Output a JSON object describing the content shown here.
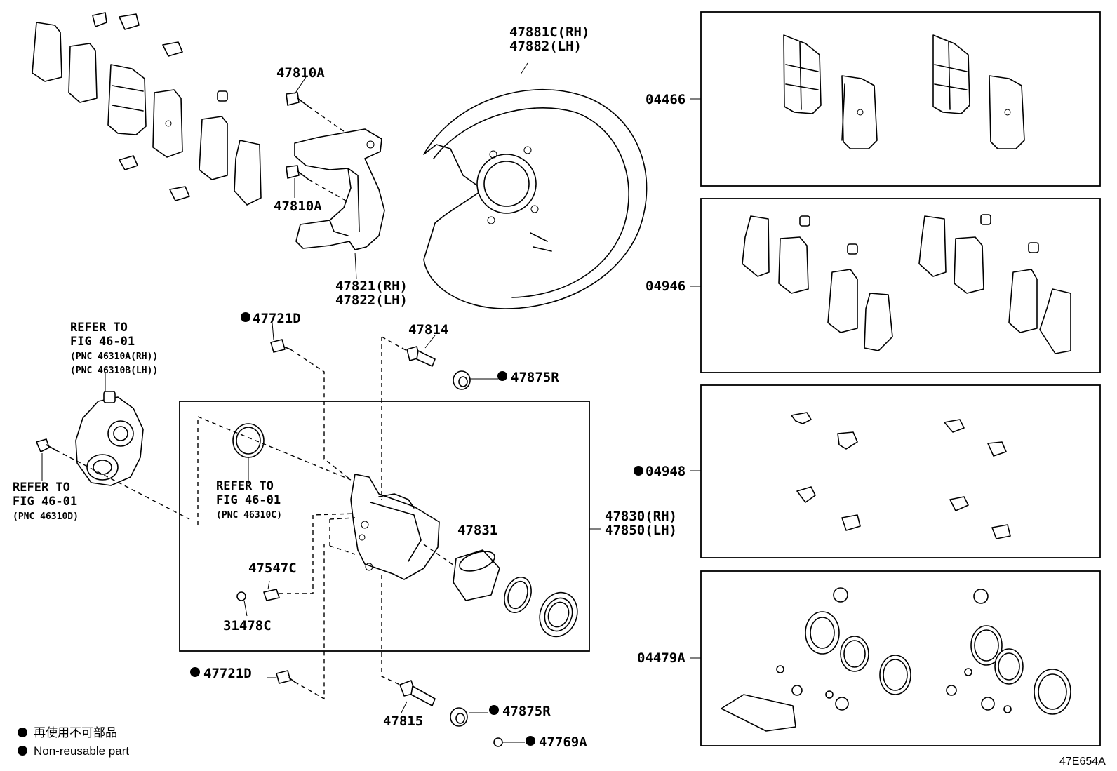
{
  "labels": {
    "shield_rh": "47881C(RH)",
    "shield_lh": "47882(LH)",
    "bolt_top": "47810A",
    "bolt_bottom": "47810A",
    "mount_rh": "47821(RH)",
    "mount_lh": "47822(LH)",
    "bleeder_top": "47721D",
    "pin_top": "47814",
    "boot_top": "47875R",
    "caliper_rh": "47830(RH)",
    "caliper_lh": "47850(LH)",
    "piston": "47831",
    "plug": "47547C",
    "cap": "31478C",
    "bleeder_bottom": "47721D",
    "pin_bottom": "47815",
    "boot_bottom": "47875R",
    "cap_bottom": "47769A",
    "kit_pads": "04466",
    "kit_shims": "04946",
    "kit_fitting": "04948",
    "kit_seals": "04479A"
  },
  "refer_left": {
    "line1": "REFER TO",
    "line2": "FIG 46-01",
    "line3": "(PNC 46310A(RH))",
    "line4": "(PNC 46310B(LH))"
  },
  "refer_bolt": {
    "line1": "REFER TO",
    "line2": "FIG 46-01",
    "line3": "(PNC 46310D)"
  },
  "refer_box": {
    "line1": "REFER TO",
    "line2": "FIG 46-01",
    "line3": "(PNC 46310C)"
  },
  "legend": {
    "jp": "再使用不可部品",
    "en": "Non-reusable part"
  },
  "diagram_code": "47E654A"
}
